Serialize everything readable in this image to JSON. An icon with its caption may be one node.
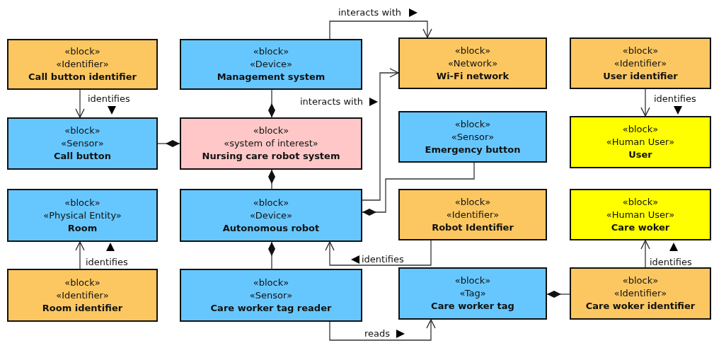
{
  "diagram": {
    "nodes": [
      {
        "text": [
          "«block»",
          "«Identifier»",
          "Call button identifier"
        ]
      },
      {
        "text": [
          "«block»",
          "«Device»",
          "Management system"
        ]
      },
      {
        "text": [
          "«block»",
          "«Network»",
          "Wi-Fi network"
        ]
      },
      {
        "text": [
          "«block»",
          "«Identifier»",
          "User identifier"
        ]
      },
      {
        "text": [
          "«block»",
          "«Sensor»",
          "Call button"
        ]
      },
      {
        "text": [
          "«block»",
          "«system of interest»",
          "Nursing care robot system"
        ]
      },
      {
        "text": [
          "«block»",
          "«Sensor»",
          "Emergency button"
        ]
      },
      {
        "text": [
          "«block»",
          "«Human User»",
          "User"
        ]
      },
      {
        "text": [
          "«block»",
          "«Physical Entity»",
          "Room"
        ]
      },
      {
        "text": [
          "«block»",
          "«Device»",
          "Autonomous robot"
        ]
      },
      {
        "text": [
          "«block»",
          "«Identifier»",
          "Robot Identifier"
        ]
      },
      {
        "text": [
          "«block»",
          "«Human User»",
          "Care woker"
        ]
      },
      {
        "text": [
          "«block»",
          "«Identifier»",
          "Room identifier"
        ]
      },
      {
        "text": [
          "«block»",
          "«Sensor»",
          "Care worker tag reader"
        ]
      },
      {
        "text": [
          "«block»",
          "«Tag»",
          "Care worker tag"
        ]
      },
      {
        "text": [
          "«block»",
          "«Identifier»",
          "Care woker identifier"
        ]
      }
    ],
    "edges": [
      {
        "from": 0,
        "to": 4,
        "arrow": "to",
        "label": "identifies"
      },
      {
        "from": 1,
        "to": 2,
        "arrow": "to",
        "label": "interacts with"
      },
      {
        "from": 5,
        "to": 1,
        "arrow": "other"
      },
      {
        "from": 5,
        "to": 4,
        "arrow": "other"
      },
      {
        "from": 5,
        "to": 9,
        "arrow": "other"
      },
      {
        "from": 9,
        "to": 2,
        "arrow": "to",
        "label": "interacts with"
      },
      {
        "from": 9,
        "to": 6,
        "arrow": "other"
      },
      {
        "from": 10,
        "to": 9,
        "arrow": "to",
        "label": "identifies"
      },
      {
        "from": 9,
        "to": 13,
        "arrow": "other"
      },
      {
        "from": 13,
        "to": 14,
        "arrow": "to",
        "label": "reads"
      },
      {
        "from": 15,
        "to": 11,
        "arrow": "to",
        "label": "identifies"
      },
      {
        "from": 14,
        "to": 15,
        "arrow": "other"
      },
      {
        "from": 3,
        "to": 7,
        "arrow": "to",
        "label": "identifies"
      },
      {
        "from": 12,
        "to": 8,
        "arrow": "to",
        "label": "identifies"
      }
    ]
  }
}
